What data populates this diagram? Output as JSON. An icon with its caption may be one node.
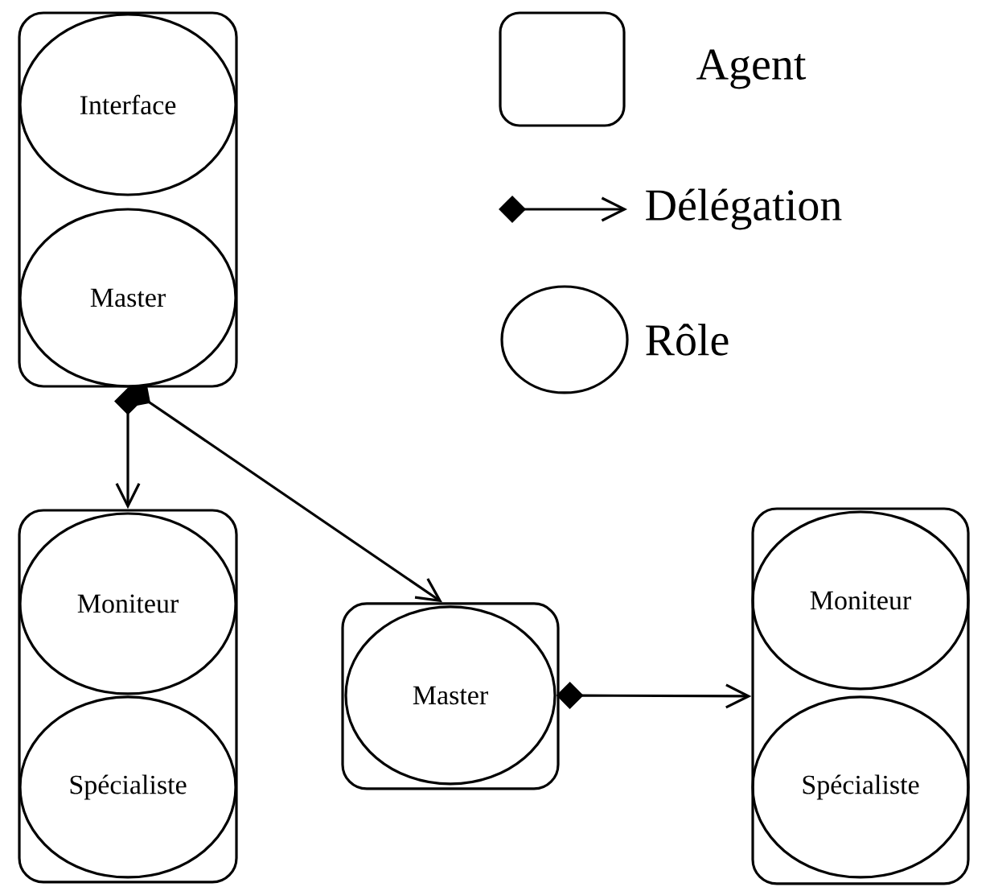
{
  "diagram": {
    "nodes": [
      {
        "text": [],
        "shape": "box"
      },
      {
        "text": [
          "Interface"
        ],
        "in": 0
      },
      {
        "text": [
          "Master"
        ],
        "in": 0
      },
      {
        "text": [],
        "shape": "box"
      },
      {
        "text": [
          "Moniteur"
        ],
        "in": 3
      },
      {
        "text": [
          "Spécialiste"
        ],
        "in": 3
      },
      {
        "text": [],
        "shape": "box"
      },
      {
        "text": [
          "Master"
        ],
        "in": 6
      },
      {
        "text": [],
        "shape": "box"
      },
      {
        "text": [
          "Moniteur"
        ],
        "in": 8
      },
      {
        "text": [
          "Spécialiste"
        ],
        "in": 8
      }
    ],
    "edges": [
      {
        "from": 2,
        "to": 3,
        "arrow": "to"
      },
      {
        "from": 2,
        "to": 6,
        "arrow": "to"
      },
      {
        "from": 7,
        "to": 8,
        "arrow": "to"
      }
    ],
    "legend": [
      {
        "text": "Agent"
      },
      {
        "text": "Délégation"
      },
      {
        "text": "Rôle"
      }
    ]
  }
}
